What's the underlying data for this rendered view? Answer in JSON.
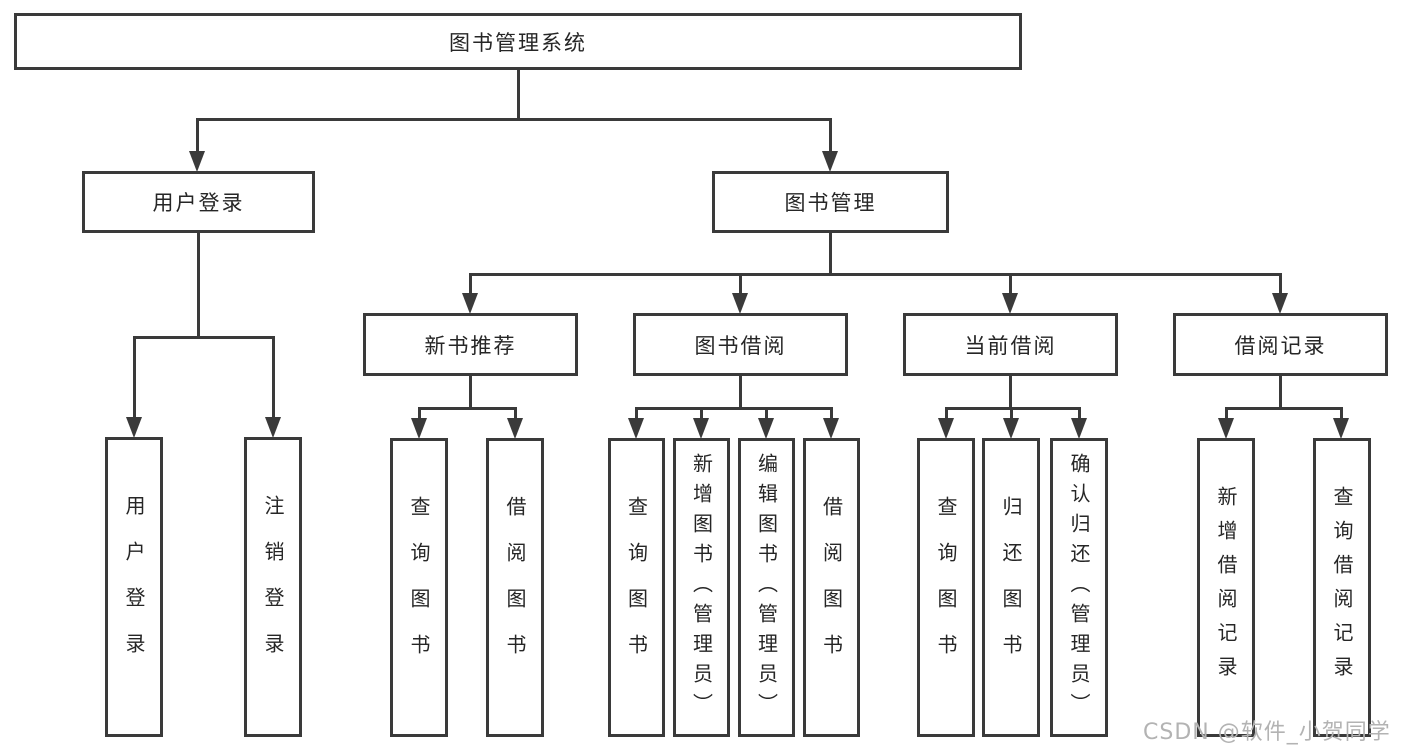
{
  "diagram_title": "图书管理系统",
  "nodes": {
    "root": "图书管理系统",
    "user_login": "用户登录",
    "book_mgmt": "图书管理",
    "new_book_rec": "新书推荐",
    "book_borrow": "图书借阅",
    "current_borrow": "当前借阅",
    "borrow_record": "借阅记录",
    "user_login_leaf": "用户登录",
    "logout_leaf": "注销登录",
    "rec_query_book": "查询图书",
    "rec_borrow_book": "借阅图书",
    "bb_query_book": "查询图书",
    "bb_add_book": "新增图书（管理员）",
    "bb_edit_book": "编辑图书（管理员）",
    "bb_borrow_book": "借阅图书",
    "cb_query_book": "查询图书",
    "cb_return_book": "归还图书",
    "cb_confirm_return": "确认归还（管理员）",
    "br_add_record": "新增借阅记录",
    "br_query_record": "查询借阅记录"
  },
  "watermark": "CSDN @软件_小贺同学",
  "colors": {
    "line": "#3a3a3a",
    "text": "#262626",
    "watermark": "#b3b3b3",
    "background": "#ffffff"
  }
}
